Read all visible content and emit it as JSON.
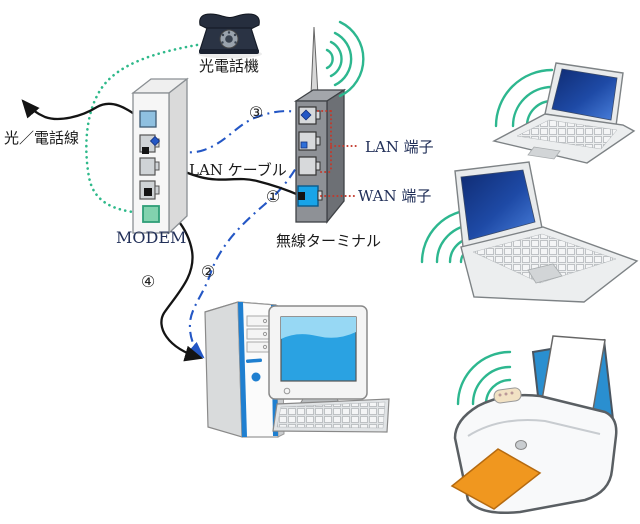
{
  "diagram": {
    "background": "#ffffff",
    "devices": {
      "phone": {
        "icon": "rotary-phone-icon",
        "label": "光電話機"
      },
      "modem": {
        "label": "MODEM"
      },
      "terminal": {
        "icon": "antenna-icon",
        "label": "無線ターミナル",
        "ports": {
          "lan": "LAN 端子",
          "wan": "WAN 端子"
        }
      },
      "desktop_pc": {
        "icon": "desktop-pc-icon"
      },
      "laptop_top": {
        "icon": "laptop-icon"
      },
      "laptop_bottom": {
        "icon": "laptop-icon"
      },
      "printer": {
        "icon": "printer-icon"
      }
    },
    "connections": {
      "optical_line_label": "光／電話線",
      "lan_cable_label": "LAN ケーブル",
      "steps": {
        "one": "①",
        "two": "②",
        "three": "③",
        "four": "④"
      }
    },
    "colors": {
      "wireless_arcs": "#2db78f",
      "dashed_blue_route": "#2457c5",
      "dotted_green_phone_line": "#2eb98a",
      "dotted_red_callout": "#c3392c",
      "black_cable": "#141414",
      "navy_label": "#223059",
      "wan_port_blue": "#18a4e8",
      "pc_accent_blue": "#1f7fd0",
      "laptop_screen_blue": "#1e4aa6",
      "crt_screen_blue": "#2aa2e2"
    }
  }
}
